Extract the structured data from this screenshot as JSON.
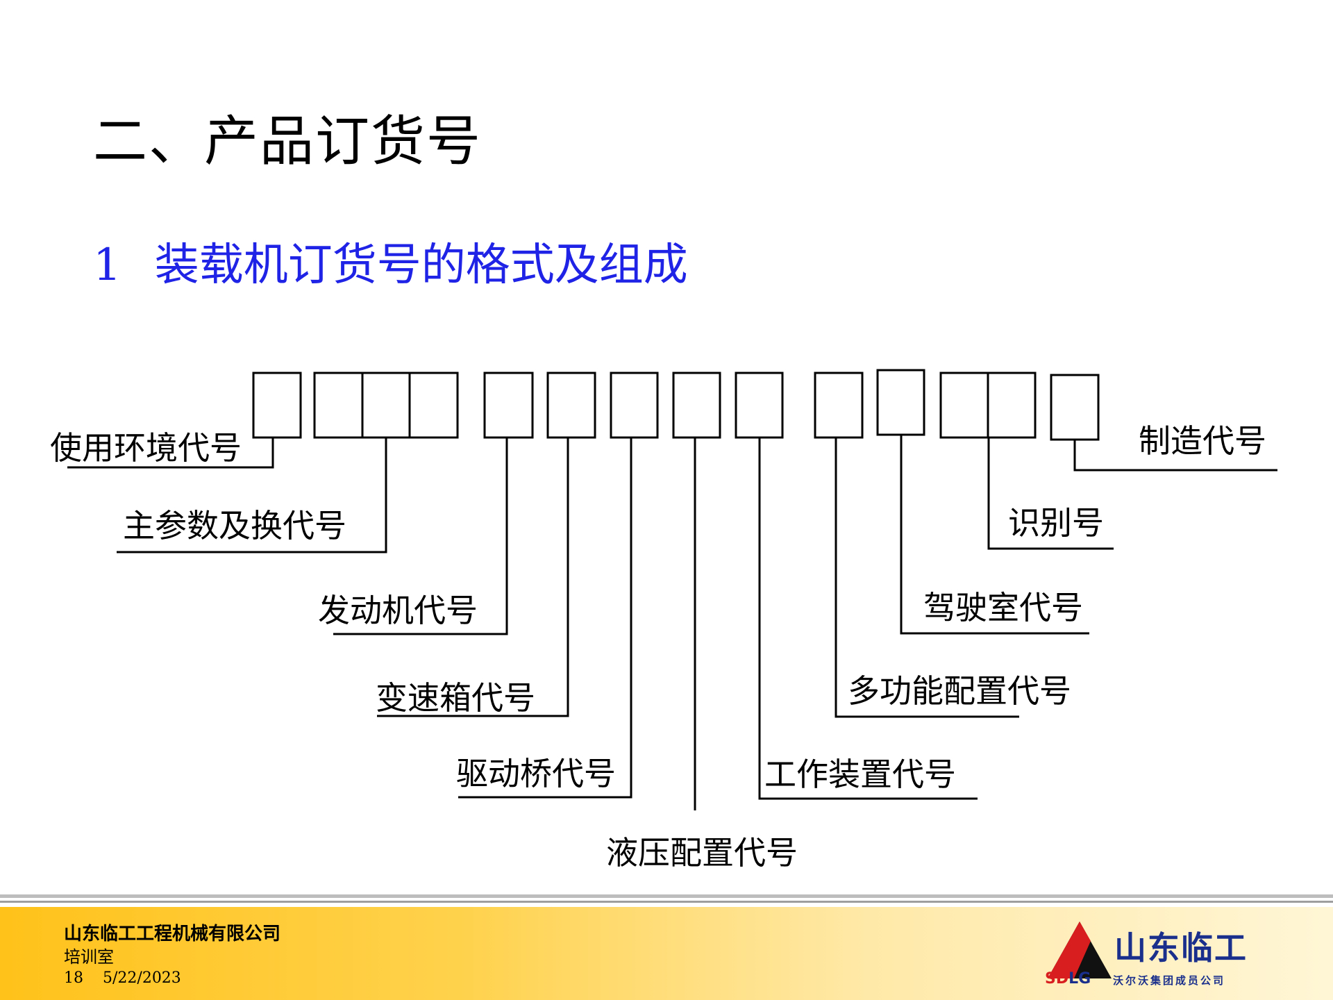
{
  "title": "二、产品订货号",
  "subtitle": {
    "number": "1",
    "text": "装载机订货号的格式及组成"
  },
  "labels": {
    "usage_env": "使用环境代号",
    "main_param": "主参数及换代号",
    "engine": "发动机代号",
    "gearbox": "变速箱代号",
    "drive_axle": "驱动桥代号",
    "hydraulic": "液压配置代号",
    "work_device": "工作装置代号",
    "multifunction": "多功能配置代号",
    "cab": "驾驶室代号",
    "identification": "识别号",
    "manufacture": "制造代号"
  },
  "footer": {
    "company": "山东临工工程机械有限公司",
    "department": "培训室",
    "page": "18",
    "date": "5/22/2023"
  },
  "logo": {
    "name_cn": "山东临工",
    "name_en_red": "SD",
    "name_en_blue": "LG",
    "subtitle": "沃尔沃集团成员公司"
  },
  "colors": {
    "subtitle": "#1f23e6",
    "footer_band": "#ffc21a",
    "logo_blue": "#1a2f8c",
    "logo_red": "#d81e1e"
  }
}
